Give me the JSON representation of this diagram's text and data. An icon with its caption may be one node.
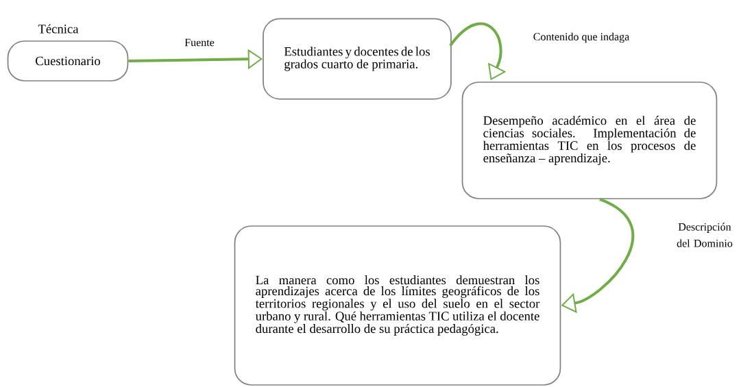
{
  "diagram": {
    "nodes": [
      {
        "text": [
          "Técnica",
          "Cuestionario"
        ]
      },
      {
        "text": [
          "Estudiantes y docentes de los grados cuarto de primaria."
        ]
      },
      {
        "text": [
          "Desempeño académico en el área de ciencias sociales. Implementación de herramientas TIC en los procesos de enseñanza – aprendizaje."
        ]
      },
      {
        "text": [
          "La manera como los estudiantes demuestran los aprendizajes acerca de los límites geográficos de los territorios regionales y el uso del suelo en el sector urbano y rural. Qué herramientas TIC utiliza el docente durante el desarrollo de su práctica pedagógica."
        ]
      }
    ],
    "edges": [
      {
        "from": 0,
        "to": 1,
        "arrow": "to",
        "label": "Fuente"
      },
      {
        "from": 1,
        "to": 2,
        "arrow": "to",
        "label": "Contenido que indaga"
      },
      {
        "from": 2,
        "to": 3,
        "arrow": "to",
        "label": "Descripción del Dominio"
      }
    ]
  }
}
